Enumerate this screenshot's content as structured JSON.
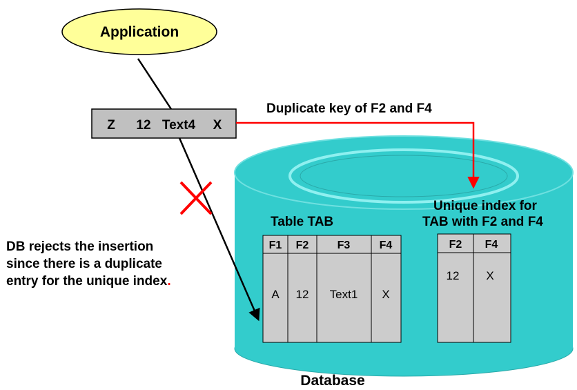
{
  "application": {
    "label": "Application",
    "fill": "#ffff99"
  },
  "record": {
    "f1": "Z",
    "f2": "12",
    "f3": "Text4",
    "f4": "X",
    "fill": "#c0c0c0"
  },
  "duplicate_label": "Duplicate key of F2 and F4",
  "index_title": {
    "line1": "Unique index for",
    "line2": "TAB with F2 and F4"
  },
  "table_title": "Table TAB",
  "rejection_note": {
    "line1": "DB rejects the insertion",
    "line2": "since there is a duplicate",
    "line3_main": "entry for the unique index",
    "line3_end": "."
  },
  "database_label": "Database",
  "table": {
    "headers": [
      "F1",
      "F2",
      "F3",
      "F4"
    ],
    "row": [
      "A",
      "12",
      "Text1",
      "X"
    ]
  },
  "index": {
    "headers": [
      "F2",
      "F4"
    ],
    "row": [
      "12",
      "X"
    ]
  },
  "colors": {
    "cylinder": "#33cccc",
    "cylinder_edge": "#2aa9a9",
    "arrow_red": "#ff0000",
    "cross_red": "#ff0000",
    "cell_gray": "#cccccc"
  }
}
